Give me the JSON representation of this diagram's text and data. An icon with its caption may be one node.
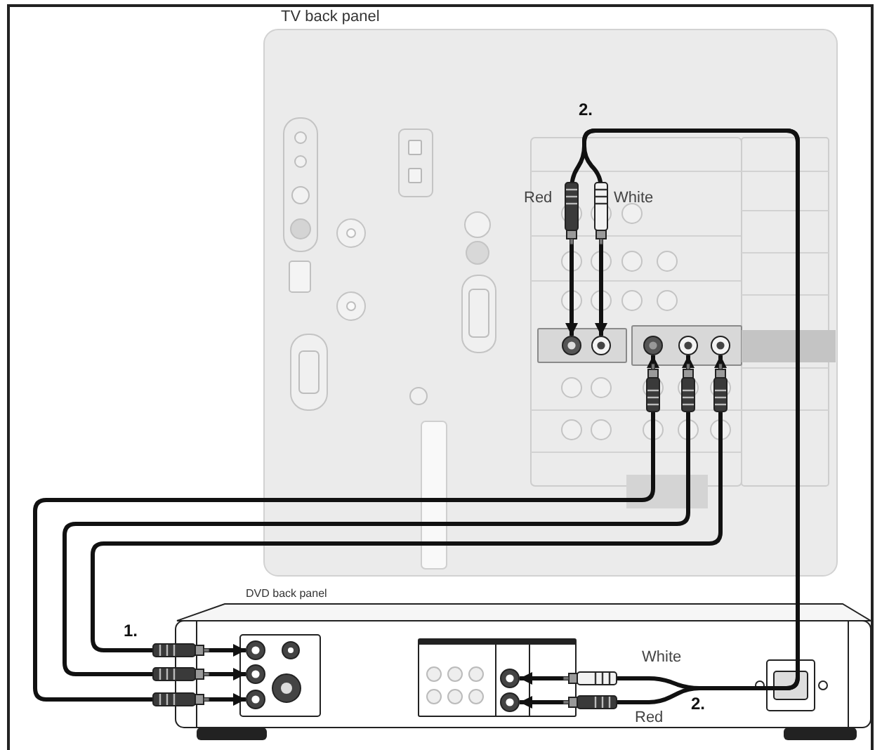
{
  "diagram": {
    "nodes": [
      {
        "text": [
          "TV back panel"
        ]
      },
      {
        "text": [],
        "shape": "circle",
        "in": 0
      },
      {
        "text": [],
        "shape": "circle",
        "in": 0
      },
      {
        "text": [],
        "shape": "circle",
        "in": 0
      },
      {
        "text": [],
        "shape": "circle",
        "in": 0
      },
      {
        "text": [],
        "shape": "circle",
        "in": 0
      },
      {
        "text": [
          "DVD back panel"
        ]
      },
      {
        "text": [],
        "shape": "circle",
        "in": 6
      },
      {
        "text": [],
        "shape": "circle",
        "in": 6
      },
      {
        "text": [],
        "shape": "circle",
        "in": 6
      },
      {
        "text": [],
        "shape": "circle",
        "in": 6
      },
      {
        "text": [],
        "shape": "circle",
        "in": 6
      }
    ],
    "edges": [
      {
        "from": 7,
        "to": 5,
        "arrow": "both"
      },
      {
        "from": 8,
        "to": 4,
        "arrow": "both"
      },
      {
        "from": 9,
        "to": 3,
        "arrow": "both"
      },
      {
        "from": 10,
        "to": 2,
        "arrow": "both"
      },
      {
        "from": 11,
        "to": 1,
        "arrow": "both"
      }
    ],
    "labels": [
      "2.",
      "Red",
      "White",
      "1.",
      "White",
      "2.",
      "Red"
    ]
  }
}
